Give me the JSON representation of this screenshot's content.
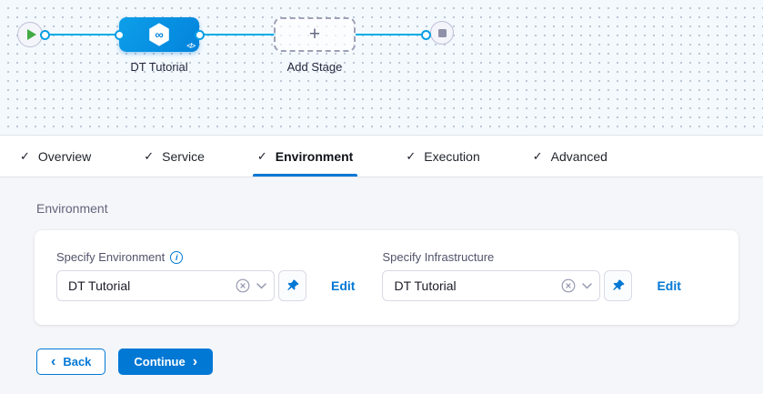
{
  "colors": {
    "accent": "#0278d5",
    "pipeline_line": "#00ade4",
    "stage_node_blue": "#0092e4",
    "play_green": "#42ab45",
    "stop_gray": "#8f91a8"
  },
  "glyphs": {
    "check": "✓",
    "plus": "+",
    "infinity": "∞",
    "code": "</>",
    "info": "i",
    "chevron_left": "‹",
    "chevron_right": "›"
  },
  "pipeline": {
    "stage_label": "DT Tutorial",
    "add_stage_label": "Add Stage"
  },
  "tabs": [
    {
      "label": "Overview",
      "checked": true,
      "active": false
    },
    {
      "label": "Service",
      "checked": true,
      "active": false
    },
    {
      "label": "Environment",
      "checked": true,
      "active": true
    },
    {
      "label": "Execution",
      "checked": true,
      "active": false
    },
    {
      "label": "Advanced",
      "checked": true,
      "active": false
    }
  ],
  "section_title": "Environment",
  "fields": {
    "environment": {
      "label": "Specify Environment",
      "value": "DT Tutorial",
      "edit_label": "Edit",
      "has_info_icon": true
    },
    "infrastructure": {
      "label": "Specify Infrastructure",
      "value": "DT Tutorial",
      "edit_label": "Edit"
    }
  },
  "footer": {
    "back_label": "Back",
    "continue_label": "Continue"
  }
}
